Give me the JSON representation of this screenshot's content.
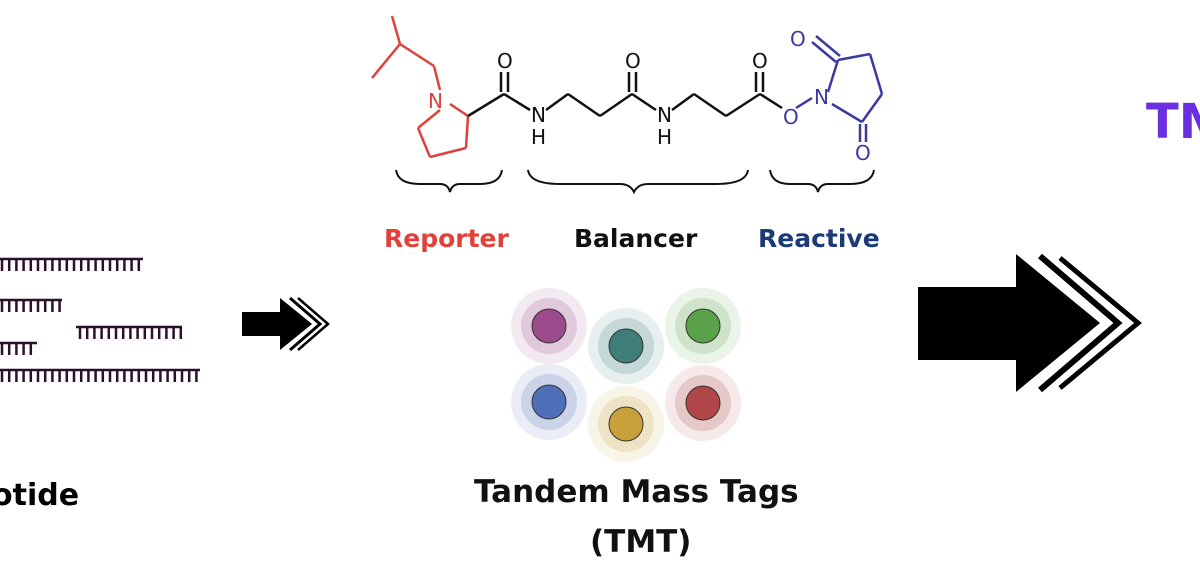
{
  "structure": {
    "atoms": {
      "N_ring": "N",
      "O1": "O",
      "NH1_N": "N",
      "NH1_H": "H",
      "O2": "O",
      "NH2_N": "N",
      "NH2_H": "H",
      "O3": "O",
      "O_ester": "O",
      "N_succ": "N",
      "O_succ_top": "O",
      "O_succ_bottom": "O"
    }
  },
  "groups": {
    "reporter": {
      "label": "Reporter",
      "color": "#e0413a"
    },
    "balancer": {
      "label": "Balancer",
      "color": "#111111"
    },
    "reactive": {
      "label": "Reactive",
      "color": "#1d3a78"
    }
  },
  "tags": {
    "title_line1": "Tandem Mass Tags",
    "title_line2": "(TMT)",
    "dots": [
      {
        "name": "purple",
        "color": "#9b4a8c"
      },
      {
        "name": "teal",
        "color": "#3e7d78"
      },
      {
        "name": "green",
        "color": "#5aa24a"
      },
      {
        "name": "blue",
        "color": "#4f6fb8"
      },
      {
        "name": "gold",
        "color": "#c8a13a"
      },
      {
        "name": "red",
        "color": "#b0464a"
      }
    ]
  },
  "left_panel": {
    "label_fragment": "otide",
    "color": "#2b0f2b"
  },
  "right_panel": {
    "label_fragment": "TM",
    "color": "#6a2fe0"
  }
}
